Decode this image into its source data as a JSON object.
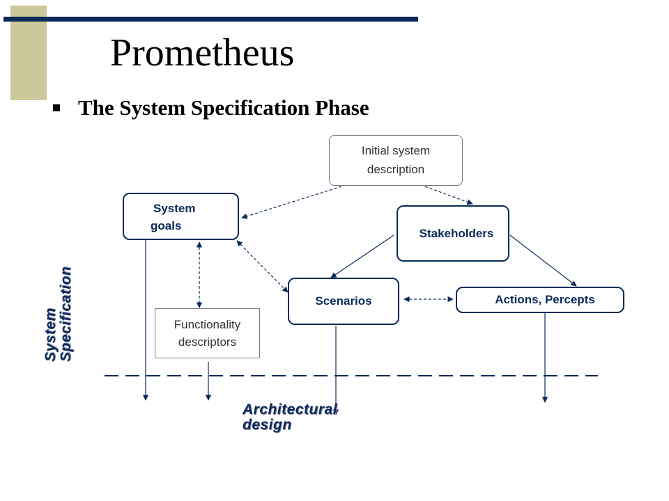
{
  "title": "Prometheus",
  "subtitle": "The System Specification Phase",
  "nodes": {
    "initial_line1": "Initial system",
    "initial_line2": "description",
    "goals_line1": "System",
    "goals_line2": "goals",
    "stakeholders": "Stakeholders",
    "scenarios": "Scenarios",
    "actions": "Actions, Percepts",
    "func_line1": "Functionality",
    "func_line2": "descriptors"
  },
  "labels": {
    "system_line1": "System",
    "system_line2": "Specification",
    "arch_line1": "Architectural",
    "arch_line2": "design"
  },
  "colors": {
    "accent_navy": "#0b2a5a",
    "deco_tan": "#cbc89a"
  }
}
